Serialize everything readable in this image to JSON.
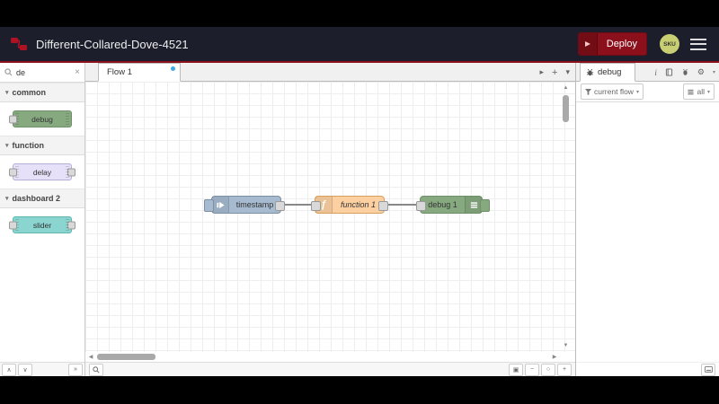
{
  "header": {
    "title": "Different-Collared-Dove-4521",
    "deploy_label": "Deploy",
    "user_badge": "SKU"
  },
  "palette": {
    "search_value": "de",
    "categories": [
      {
        "label": "common",
        "nodes": [
          {
            "label": "debug",
            "color": "#87a980"
          }
        ]
      },
      {
        "label": "function",
        "nodes": [
          {
            "label": "delay",
            "color": "#e6e0f8"
          }
        ]
      },
      {
        "label": "dashboard 2",
        "nodes": [
          {
            "label": "slider",
            "color": "#8ad5d0"
          }
        ]
      }
    ]
  },
  "workspace": {
    "tab": {
      "label": "Flow 1",
      "modified": true
    },
    "nodes": [
      {
        "label": "timestamp",
        "type": "inject",
        "color": "#a6bbcf"
      },
      {
        "label": "function 1",
        "type": "function",
        "color": "#fdd0a2"
      },
      {
        "label": "debug 1",
        "type": "debug",
        "color": "#87a980"
      }
    ],
    "wires": [
      {
        "from": "timestamp",
        "to": "function 1"
      },
      {
        "from": "function 1",
        "to": "debug 1"
      }
    ]
  },
  "sidebar": {
    "tab_label": "debug",
    "filter_flow": "current flow",
    "filter_level": "all"
  },
  "colors": {
    "accent_red": "#8C101C",
    "header_bg": "#1c1f2b",
    "modified_dot": "#3fa9e0"
  },
  "icons": {
    "clear": "×",
    "chevron": "▾",
    "tab_scroll": "▸",
    "add": "+",
    "caret": "▾",
    "scroll_up": "▲",
    "scroll_down": "▼",
    "scroll_left": "◀",
    "scroll_right": "▶",
    "palette_up": "∧",
    "palette_down": "∨",
    "palette_expand": "»",
    "zoom_fit": "▣",
    "zoom_out": "−",
    "zoom_reset": "○",
    "zoom_in": "+",
    "info": "i",
    "gear": "⚙",
    "function_glyph": "ƒ"
  }
}
